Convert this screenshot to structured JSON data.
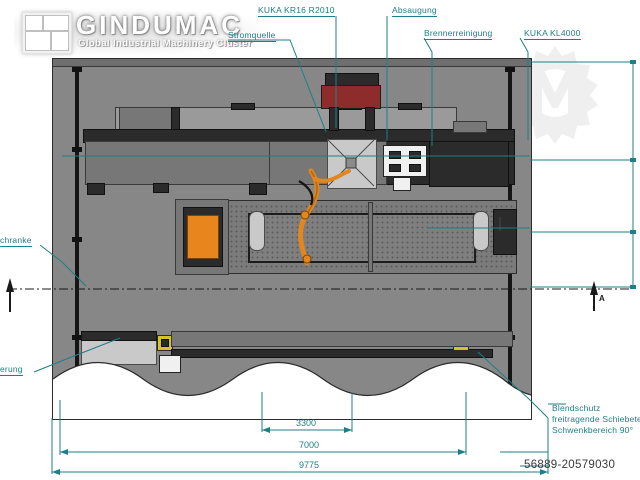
{
  "brand": {
    "name": "GINDUMAC",
    "tagline": "Global Industrial Machinery Cluster",
    "logo_icon": "brick-blocks-icon",
    "watermark_icon": "gear-m-icon"
  },
  "accent_color": "#1d7f87",
  "plate_color": "#878787",
  "callouts": {
    "stromquelle": "Stromquelle",
    "kuka_kr16": "KUKA KR16 R2010",
    "absaugung": "Absaugung",
    "brennerreinigung": "Brennerreinigung",
    "kuka_kl4000": "KUKA KL4000",
    "lichtschranke": "chranke",
    "absicherung": "erung",
    "blendschutz_line1": "Blendschutz",
    "blendschutz_line2": "freitragende Schiebetel",
    "blendschutz_line3": "Schwenkbereich 90°"
  },
  "dimensions": {
    "inner": "3300",
    "middle": "7000",
    "overall": "9775"
  },
  "section_marks": {
    "right": "A"
  },
  "listing_id": "56889-20579030"
}
